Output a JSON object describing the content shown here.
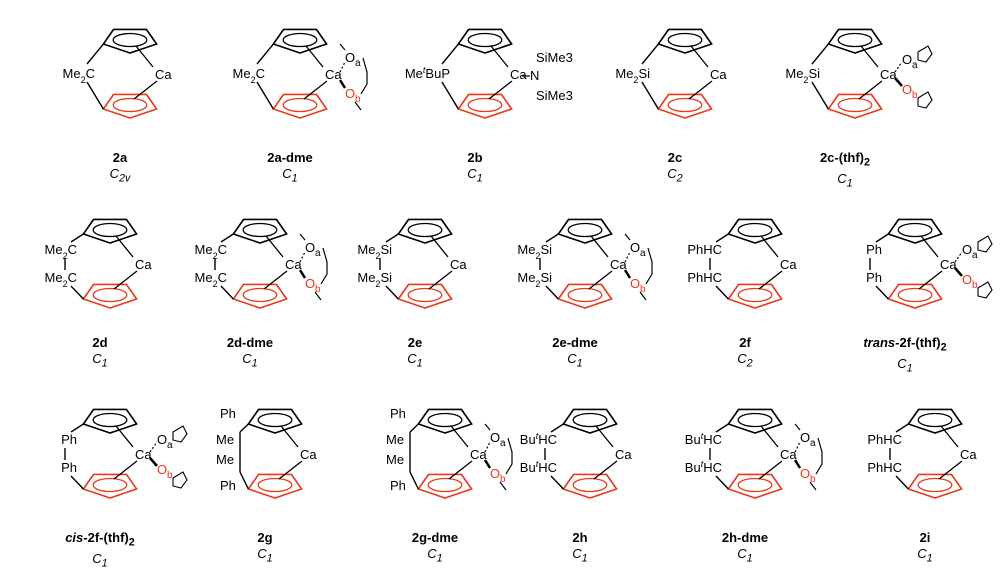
{
  "compounds": [
    {
      "id": "2a",
      "prefix": "",
      "suffix": "",
      "sym_main": "C",
      "sym_sub": "2v",
      "bridge": [
        "Me2C"
      ],
      "ligand": "none"
    },
    {
      "id": "2a",
      "prefix": "",
      "suffix": "-dme",
      "sym_main": "C",
      "sym_sub": "1",
      "bridge": [
        "Me2C"
      ],
      "ligand": "dme"
    },
    {
      "id": "2b",
      "prefix": "",
      "suffix": "",
      "sym_main": "C",
      "sym_sub": "1",
      "bridge": [
        "MetBuP"
      ],
      "ligand": "amide"
    },
    {
      "id": "2c",
      "prefix": "",
      "suffix": "",
      "sym_main": "C",
      "sym_sub": "2",
      "bridge": [
        "Me2Si"
      ],
      "ligand": "none"
    },
    {
      "id": "2c",
      "prefix": "",
      "suffix": "-(thf)2",
      "sym_main": "C",
      "sym_sub": "1",
      "bridge": [
        "Me2Si"
      ],
      "ligand": "thf"
    },
    {
      "id": "2d",
      "prefix": "",
      "suffix": "",
      "sym_main": "C",
      "sym_sub": "1",
      "bridge": [
        "Me2C",
        "Me2C"
      ],
      "ligand": "none"
    },
    {
      "id": "2d",
      "prefix": "",
      "suffix": "-dme",
      "sym_main": "C",
      "sym_sub": "1",
      "bridge": [
        "Me2C",
        "Me2C"
      ],
      "ligand": "dme"
    },
    {
      "id": "2e",
      "prefix": "",
      "suffix": "",
      "sym_main": "C",
      "sym_sub": "1",
      "bridge": [
        "Me2Si",
        "Me2Si"
      ],
      "ligand": "none"
    },
    {
      "id": "2e",
      "prefix": "",
      "suffix": "-dme",
      "sym_main": "C",
      "sym_sub": "1",
      "bridge": [
        "Me2Si",
        "Me2Si"
      ],
      "ligand": "dme"
    },
    {
      "id": "2f",
      "prefix": "",
      "suffix": "",
      "sym_main": "C",
      "sym_sub": "2",
      "bridge": [
        "PhHC",
        "PhHC"
      ],
      "ligand": "none"
    },
    {
      "id": "2f",
      "prefix": "trans-",
      "suffix": "-(thf)2",
      "sym_main": "C",
      "sym_sub": "1",
      "bridge": [
        "Ph",
        "Ph"
      ],
      "ligand": "thf"
    },
    {
      "id": "2f",
      "prefix": "cis-",
      "suffix": "-(thf)2",
      "sym_main": "C",
      "sym_sub": "1",
      "bridge": [
        "Ph",
        "Ph"
      ],
      "ligand": "thf"
    },
    {
      "id": "2g",
      "prefix": "",
      "suffix": "",
      "sym_main": "C",
      "sym_sub": "1",
      "bridge": [
        "Ph",
        "Me",
        "Me",
        "Ph"
      ],
      "ligand": "none"
    },
    {
      "id": "2g",
      "prefix": "",
      "suffix": "-dme",
      "sym_main": "C",
      "sym_sub": "1",
      "bridge": [
        "Ph",
        "Me",
        "Me",
        "Ph"
      ],
      "ligand": "dme"
    },
    {
      "id": "2h",
      "prefix": "",
      "suffix": "",
      "sym_main": "C",
      "sym_sub": "1",
      "bridge": [
        "ButHC",
        "ButHC"
      ],
      "ligand": "none"
    },
    {
      "id": "2h",
      "prefix": "",
      "suffix": "-dme",
      "sym_main": "C",
      "sym_sub": "1",
      "bridge": [
        "ButHC",
        "ButHC"
      ],
      "ligand": "dme"
    },
    {
      "id": "2i",
      "prefix": "",
      "suffix": "",
      "sym_main": "C",
      "sym_sub": "1",
      "bridge": [
        "PhHC",
        "PhHC"
      ],
      "ligand": "none"
    }
  ],
  "labels": {
    "metal": "Ca",
    "o_a": "O",
    "o_a_sub": "a",
    "o_b": "O",
    "o_b_sub": "b",
    "nitrogen": "N",
    "simes3": "SiMe3"
  },
  "colors": {
    "lower_ring": "#e8391c",
    "upper_ring": "#000000"
  }
}
